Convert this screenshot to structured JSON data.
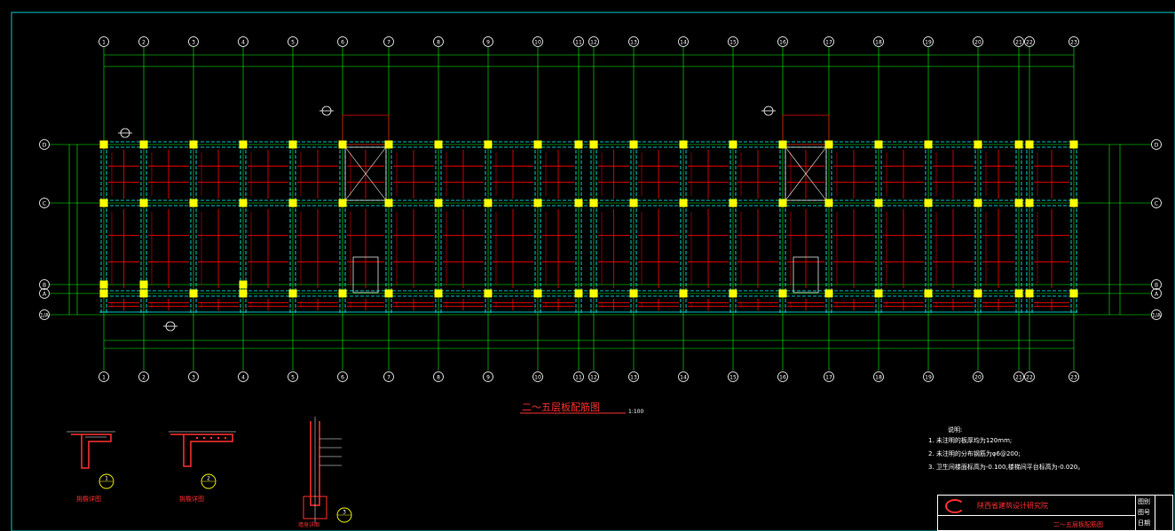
{
  "drawing": {
    "plan_title": "二～五层板配筋图",
    "plan_scale": "1:100",
    "grid_columns": [
      "1",
      "2",
      "3",
      "4",
      "5",
      "6",
      "7",
      "8",
      "9",
      "10",
      "11",
      "12",
      "13",
      "14",
      "15",
      "16",
      "17",
      "18",
      "19",
      "20",
      "21",
      "22",
      "23"
    ],
    "grid_rows": [
      "D",
      "C",
      "B",
      "A",
      "1/A"
    ]
  },
  "notes": {
    "heading": "说明:",
    "items": [
      "1. 未注明的板厚均为120mm;",
      "2. 未注明的分布钢筋为φ6@200;",
      "3. 卫生间楼面标高为-0.100,楼梯间平台标高为-0.020。"
    ]
  },
  "details": {
    "detail_1_title": "挑檐详图",
    "detail_2_title": "挑檐详图",
    "detail_3_title": "墙身详图",
    "detail_numbers": [
      "1",
      "2",
      "3"
    ]
  },
  "title_block": {
    "institute": "陕西省建筑设计研究院",
    "drawing_name": "二～五层板配筋图",
    "right_labels": [
      "图别",
      "图号",
      "日期"
    ]
  },
  "colors": {
    "background": "#000000",
    "grid": "#00ff00",
    "beam": "#00ffff",
    "rebar": "#ff0000",
    "column": "#ffff00",
    "text": "#ffffff",
    "frame": "#00ffff"
  }
}
